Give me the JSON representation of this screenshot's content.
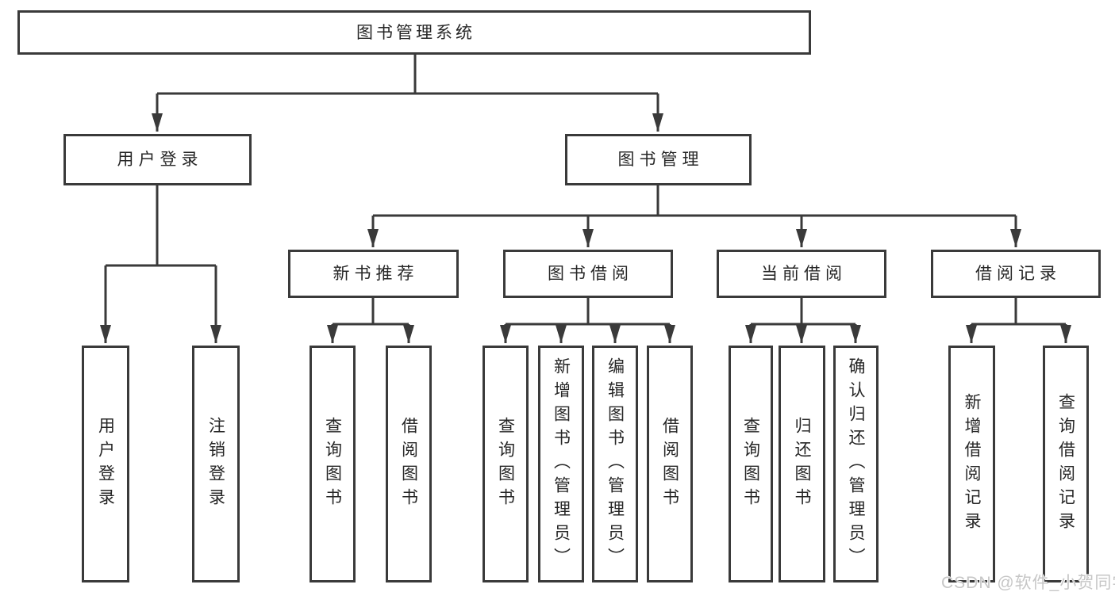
{
  "tree": {
    "root": {
      "label": "图书管理系统"
    },
    "level2": [
      {
        "label": "用户登录",
        "children": [
          {
            "label": "用户登录"
          },
          {
            "label": "注销登录"
          }
        ]
      },
      {
        "label": "图书管理",
        "children": [
          {
            "label": "新书推荐",
            "children": [
              {
                "label": "查询图书"
              },
              {
                "label": "借阅图书"
              }
            ]
          },
          {
            "label": "图书借阅",
            "children": [
              {
                "label": "查询图书"
              },
              {
                "label": "新增图书（管理员）"
              },
              {
                "label": "编辑图书（管理员）"
              },
              {
                "label": "借阅图书"
              }
            ]
          },
          {
            "label": "当前借阅",
            "children": [
              {
                "label": "查询图书"
              },
              {
                "label": "归还图书"
              },
              {
                "label": "确认归还（管理员）"
              }
            ]
          },
          {
            "label": "借阅记录",
            "children": [
              {
                "label": "新增借阅记录"
              },
              {
                "label": "查询借阅记录"
              }
            ]
          }
        ]
      }
    ]
  },
  "watermark": {
    "text": "CSDN @软件_小贺同学"
  },
  "colors": {
    "line": "#3a3a3a",
    "box_border": "#3a3a3a",
    "text": "#262626",
    "background": "#ffffff",
    "watermark": "#c6c6c6"
  }
}
